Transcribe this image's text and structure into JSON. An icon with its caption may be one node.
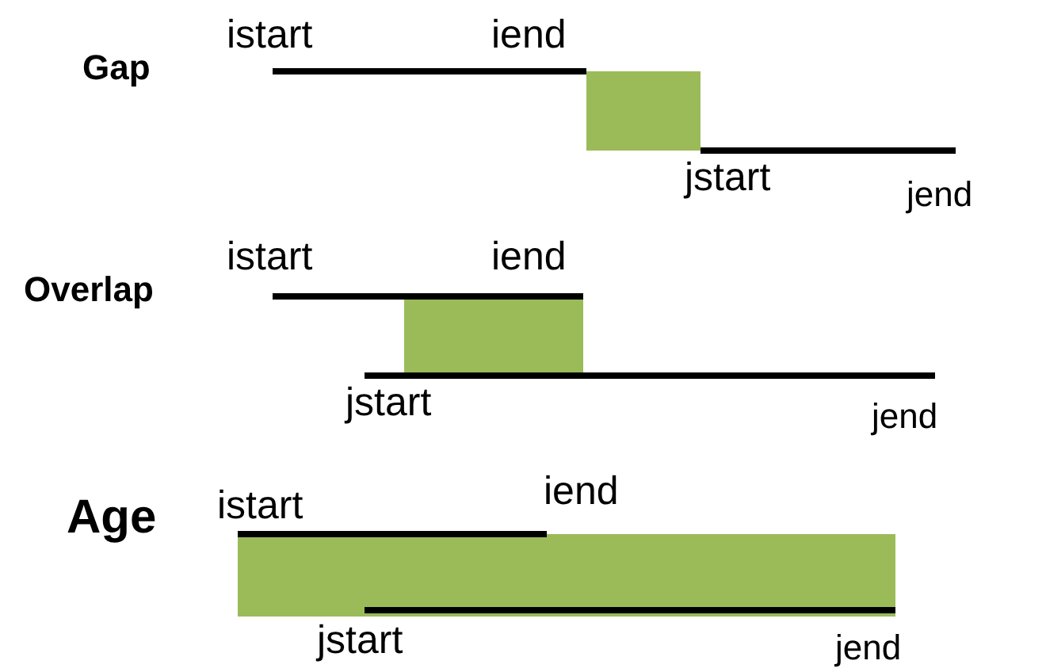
{
  "diagram": {
    "labels": [
      "Gap",
      "istart",
      "iend",
      "jstart",
      "jend",
      "Overlap",
      "istart",
      "iend",
      "jstart",
      "jend",
      "Age",
      "istart",
      "iend",
      "jstart",
      "jend"
    ]
  }
}
